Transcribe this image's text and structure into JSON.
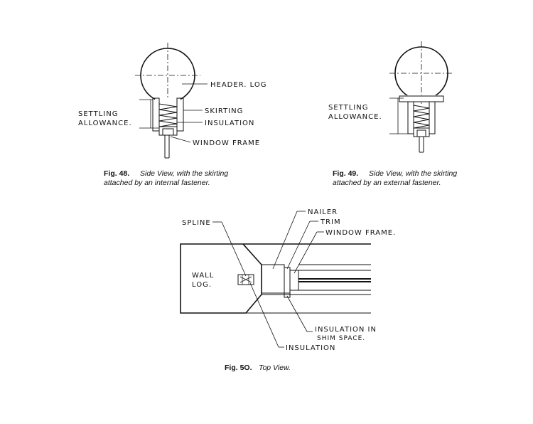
{
  "fig48": {
    "labels": {
      "header_log": "HEADER. LOG",
      "settling_1": "SETTLING",
      "settling_2": "ALLOWANCE.",
      "skirting": "SKIRTING",
      "insulation": "INSULATION",
      "window_frame": "WINDOW FRAME"
    },
    "caption_num": "Fig. 48.",
    "caption_line1": "Side View, with the skirting",
    "caption_line2": "attached by an internal fastener."
  },
  "fig49": {
    "labels": {
      "settling_1": "SETTLING",
      "settling_2": "ALLOWANCE."
    },
    "caption_num": "Fig. 49.",
    "caption_line1": "Side View, with the skirting",
    "caption_line2": "attached by an external fastener."
  },
  "fig50": {
    "labels": {
      "spline": "SPLINE",
      "nailer": "NAILER",
      "trim": "TRIM",
      "window_frame": "WINDOW FRAME.",
      "wall_log_1": "WALL",
      "wall_log_2": "LOG.",
      "insulation_shim_1": "INSULATION IN",
      "insulation_shim_2": "SHIM SPACE.",
      "insulation": "INSULATION"
    },
    "caption_num": "Fig. 5O.",
    "caption_text": "Top View."
  }
}
